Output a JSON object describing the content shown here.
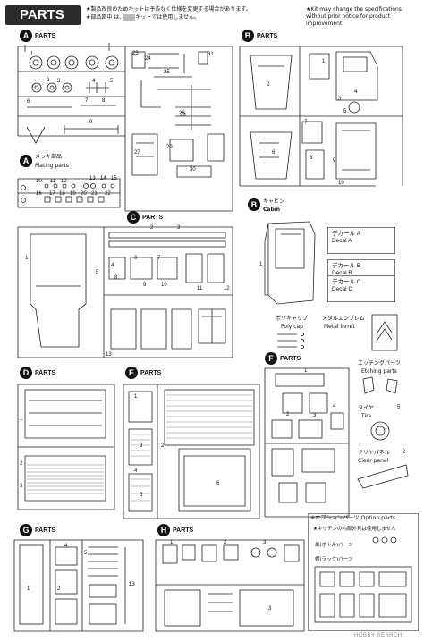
{
  "header": {
    "title": "PARTS"
  },
  "notes": {
    "jp_1": "★製品改良のためキットは予告なく仕様を変更する場合があります。",
    "jp_2": "★部品図中        は、このキットでは使用しません。",
    "en_1": "★Kit may change the specifications",
    "en_2": "without prior notice for product",
    "en_3": "improvement."
  },
  "sections": {
    "a": {
      "badge": "A",
      "label": "PARTS"
    },
    "a_plating": {
      "badge": "A",
      "label_jp": "メッキ部品",
      "label_en": "Plating parts"
    },
    "b": {
      "badge": "B",
      "label": "PARTS"
    },
    "b_cabin": {
      "badge": "B",
      "label_jp": "キャビン",
      "label_en": "Cabin"
    },
    "c": {
      "badge": "C",
      "label": "PARTS"
    },
    "d": {
      "badge": "D",
      "label": "PARTS"
    },
    "e": {
      "badge": "E",
      "label": "PARTS"
    },
    "f": {
      "badge": "F",
      "label": "PARTS"
    },
    "g": {
      "badge": "G",
      "label": "PARTS"
    },
    "h": {
      "badge": "H",
      "label": "PARTS"
    }
  },
  "decals": [
    {
      "jp": "デカール A",
      "en": "Decal A"
    },
    {
      "jp": "デカール B",
      "en": "Decal B"
    },
    {
      "jp": "デカール C",
      "en": "Decal C"
    }
  ],
  "extras": {
    "polycap_jp": "ポリキャップ",
    "polycap_en": "Poly cap",
    "emblem_jp": "メタルエンブレム",
    "emblem_en": "Metal inrret",
    "etching_jp": "エッチングパーツ",
    "etching_en": "Etching parts",
    "tire_jp": "タイヤ",
    "tire_en": "Tire",
    "tire_num": "5",
    "clear_jp": "クリヤパネル",
    "clear_en": "Clear panel",
    "clear_num": "2"
  },
  "option": {
    "title": "※オプションパーツ Option parts",
    "line_1": "★キッチンの内部外見は使用しません",
    "line_2": "風(ボトル)パーツ",
    "line_3": "棚(ラック)パーツ"
  },
  "watermark": "HOBBY SEARCH",
  "part_numbers": {
    "a_top": [
      "1",
      "2",
      "3",
      "4",
      "5",
      "6",
      "7",
      "8",
      "9",
      "23",
      "24",
      "25",
      "26",
      "28",
      "29",
      "30",
      "31"
    ],
    "a_plating": [
      "10",
      "11",
      "12",
      "13",
      "14",
      "15",
      "16",
      "17",
      "18",
      "19",
      "20",
      "21",
      "22"
    ],
    "b": [
      "1",
      "2",
      "3",
      "4",
      "5",
      "6",
      "7",
      "8",
      "9",
      "10"
    ],
    "c": [
      "1",
      "2",
      "3",
      "4",
      "5",
      "6",
      "7",
      "8",
      "9",
      "10",
      "11",
      "12",
      "13"
    ]
  }
}
